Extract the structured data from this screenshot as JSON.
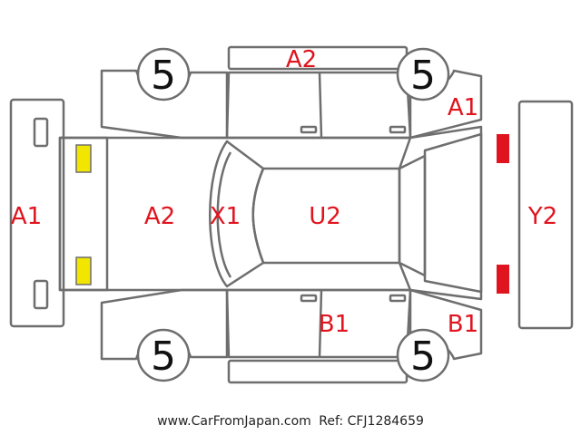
{
  "damage_codes": {
    "top_door_area": "A2",
    "right_front_fender": "A1",
    "left_bumper": "A1",
    "hood": "A2",
    "windshield": "X1",
    "roof": "U2",
    "rear_bumper": "Y2",
    "bottom_door_area": "B1",
    "right_rear_fender": "B1"
  },
  "wheels": {
    "top_left": "5",
    "top_right": "5",
    "bottom_left": "5",
    "bottom_right": "5"
  },
  "colors": {
    "code_text": "#e0141e",
    "outline": "#6e6e6e",
    "front_lamp": "#f2e600",
    "rear_lamp": "#e0141e"
  },
  "footer": {
    "site": "www.CarFromJapan.com",
    "ref": "Ref: CFJ1284659"
  }
}
